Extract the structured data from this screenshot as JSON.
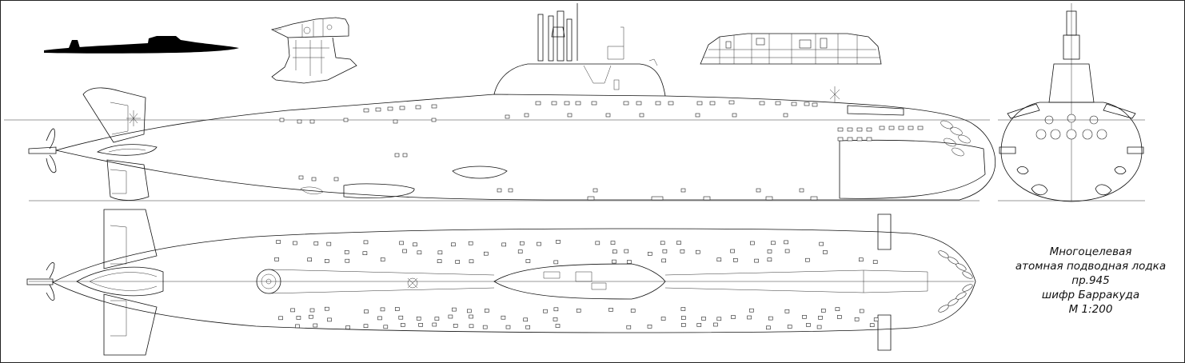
{
  "caption": {
    "line1": "Многоцелевая",
    "line2": "атомная подводная лодка",
    "line3": "пр.945",
    "line4": "шифр Барракуда",
    "line5": "М 1:200"
  },
  "colors": {
    "line": "#111111",
    "background": "#ffffff"
  },
  "icons": {
    "silhouette": "submarine-silhouette-icon",
    "propeller": "propeller-icon"
  }
}
